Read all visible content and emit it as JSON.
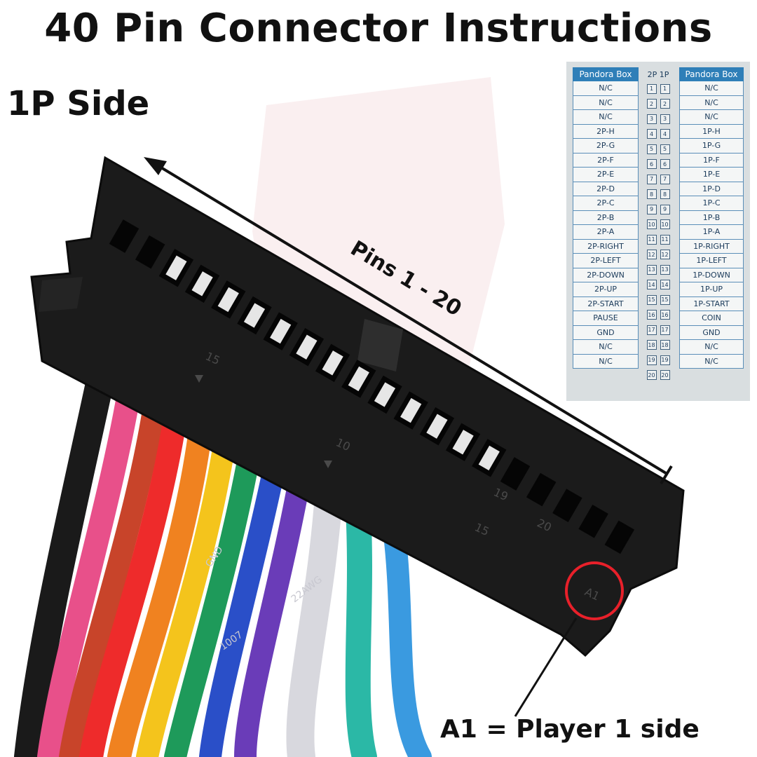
{
  "title": "40 Pin Connector Instructions",
  "side_label": "1P Side",
  "pins_label": "Pins 1 - 20",
  "a1_label": "A1 = Player 1 side",
  "connector_marks": {
    "m15": "15",
    "m10": "10",
    "m19": "19",
    "m15b": "15",
    "m20": "20",
    "a1": "A1"
  },
  "wire_print": {
    "gnd": "GND",
    "awg": "22AWG",
    "code": "1007"
  },
  "pin_table": {
    "left_header": "Pandora Box",
    "mid_header": "2P  1P",
    "right_header": "Pandora Box",
    "pins": [
      "1",
      "2",
      "3",
      "4",
      "5",
      "6",
      "7",
      "8",
      "9",
      "10",
      "11",
      "12",
      "13",
      "14",
      "15",
      "16",
      "17",
      "18",
      "19",
      "20"
    ],
    "left": [
      "N/C",
      "N/C",
      "N/C",
      "2P-H",
      "2P-G",
      "2P-F",
      "2P-E",
      "2P-D",
      "2P-C",
      "2P-B",
      "2P-A",
      "2P-RIGHT",
      "2P-LEFT",
      "2P-DOWN",
      "2P-UP",
      "2P-START",
      "PAUSE",
      "GND",
      "N/C",
      "N/C"
    ],
    "right": [
      "N/C",
      "N/C",
      "N/C",
      "1P-H",
      "1P-G",
      "1P-F",
      "1P-E",
      "1P-D",
      "1P-C",
      "1P-B",
      "1P-A",
      "1P-RIGHT",
      "1P-LEFT",
      "1P-DOWN",
      "1P-UP",
      "1P-START",
      "COIN",
      "GND",
      "N/C",
      "N/C"
    ]
  },
  "colors": {
    "table_header": "#2f7fb8",
    "table_border": "#5a8eb8",
    "connector": "#1b1b1b",
    "highlight_circle": "#e8202a",
    "wires": [
      "#1a1a1a",
      "#e8508a",
      "#c8442a",
      "#ee2b2b",
      "#f08220",
      "#f4c41c",
      "#1e9a5a",
      "#2a4fc8",
      "#6a3cb8",
      "#d8d8de",
      "#2bb8a6",
      "#3a9ae0"
    ]
  }
}
